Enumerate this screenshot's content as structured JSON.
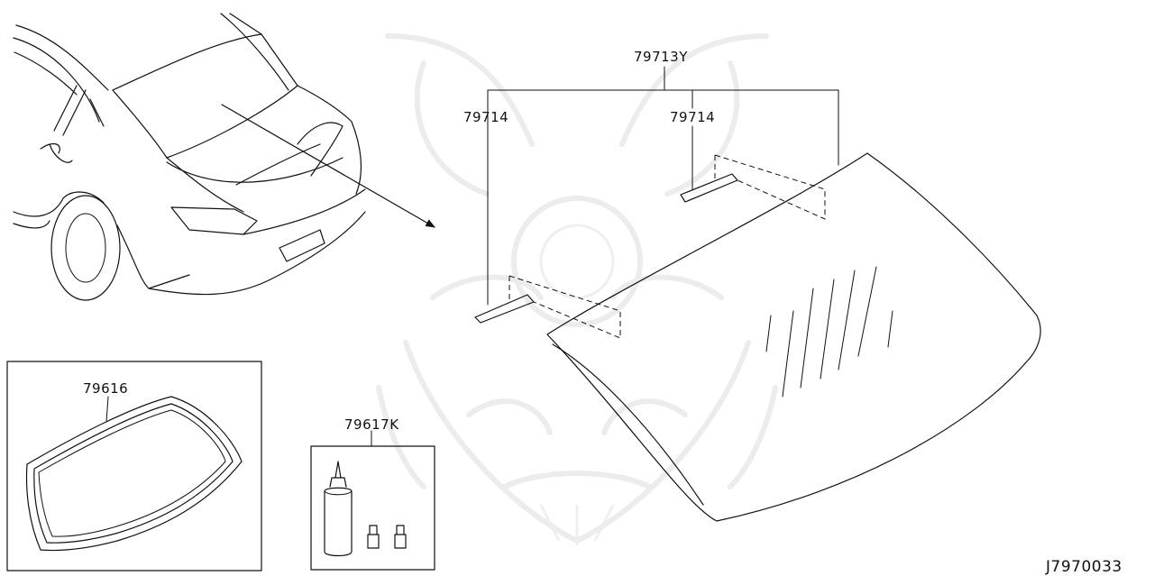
{
  "parts": {
    "window_glass_kit": "79713Y",
    "spacer_left": "79714",
    "spacer_right": "79714",
    "molding": "79616",
    "sealant_kit": "79617K"
  },
  "figure_code": "J7970033",
  "icons": {
    "watermark": "samurai-helmet-watermark-icon",
    "car": "rear-car-view-icon",
    "glass": "rear-window-glass-icon",
    "molding": "window-molding-icon",
    "sealant": "sealant-tube-icon"
  }
}
